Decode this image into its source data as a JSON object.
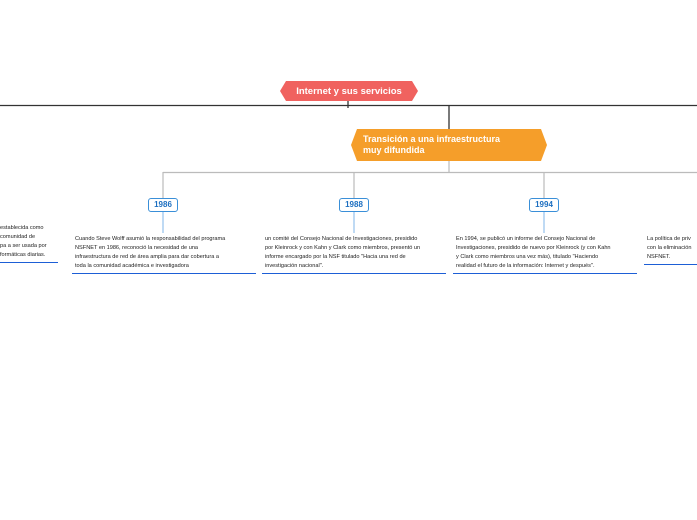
{
  "root": {
    "label": "Internet y sus servicios"
  },
  "topic": {
    "line1": "Transición a una infraestructura",
    "line2": "muy difundida"
  },
  "branches": [
    {
      "year": "1986",
      "lines": [
        "Cuando Steve Wolff asumió la responsabilidad del programa",
        "NSFNET en 1986, reconoció la necesidad de una",
        "infraestructura de red de área amplia para dar cobertura a",
        "toda la comunidad académica e investigadora"
      ]
    },
    {
      "year": "1988",
      "lines": [
        "un comité del Consejo Nacional de Investigaciones, presidido",
        "por Kleinrock y con Kahn y Clark como miembros, presentó un",
        "informe encargado por la NSF titulado \"Hacia una red de",
        "investigación nacional\"."
      ]
    },
    {
      "year": "1994",
      "lines": [
        "En 1994, se publicó un informe del Consejo Nacional de",
        "Investigaciones, presidido de nuevo por Kleinrock (y con Kahn",
        "y Clark como miembros una vez más), titulado \"Haciendo",
        "realidad el futuro de la información: Internet y después\"."
      ]
    }
  ],
  "left_fragment": {
    "lines": [
      "establecida como",
      "comunidad de",
      "pa a ser usada por",
      "formáticas diarias."
    ]
  },
  "right_fragment": {
    "lines": [
      "La política de priv",
      "con la eliminación",
      "NSFNET."
    ]
  }
}
